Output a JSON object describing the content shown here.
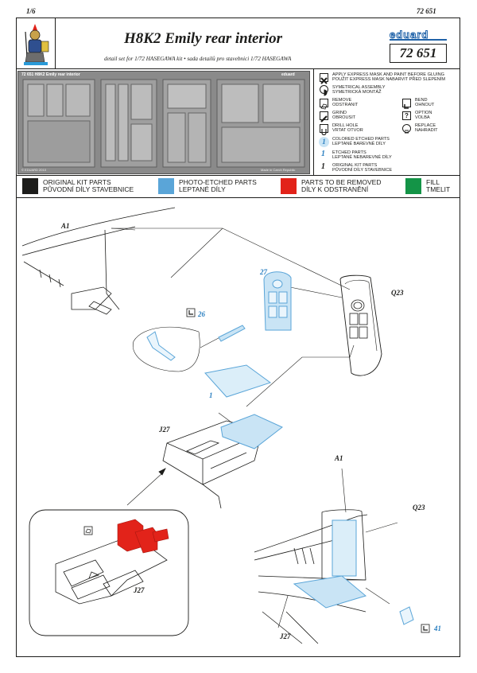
{
  "header": {
    "page_number": "1/6",
    "code": "72 651",
    "title": "H8K2 Emily rear interior",
    "subtitle": "detail set for 1/72 HASEGAWA  kit • sada detailů pro stavebnici 1/72 HASEGAWA",
    "brand": "eduard",
    "kit_number": "72 651"
  },
  "fret": {
    "label": "72 651  H8K2 Emily rear interior",
    "brand": "eduard",
    "copyright": "© EDUARD 2010",
    "origin": "Made in Czech Republic"
  },
  "instructions_legend": [
    {
      "icon": "express-mask-icon",
      "line1": "APPLY EXPRESS MASK AND PAINT BEFORE GLUING",
      "line2": "POUŽIT EXPRESS MASK NABARVIT PŘED SLEPENÍM"
    },
    {
      "icon": "symmetrical-icon",
      "line1": "SYMETRICAL ASSEMBLY",
      "line2": "SYMETRICKÁ MONTÁŽ"
    },
    {
      "icon": "remove-icon",
      "line1": "REMOVE",
      "line2": "ODSTRANIT"
    },
    {
      "icon": "bend-icon",
      "line1": "BEND",
      "line2": "OHNOUT"
    },
    {
      "icon": "grind-icon",
      "line1": "GRIND",
      "line2": "OBROUSIT"
    },
    {
      "icon": "option-icon",
      "line1": "OPTION",
      "line2": "VOLBA"
    },
    {
      "icon": "drill-icon",
      "line1": "DRILL HOLE",
      "line2": "VRTAT OTVOR"
    },
    {
      "icon": "replace-icon",
      "line1": "REPLACE",
      "line2": "NAHRADIT"
    },
    {
      "icon": "colored-etched-icon",
      "line1": "COLORED ETCHED PARTS",
      "line2": "LEPTANÉ BAREVNÉ DÍLY",
      "num": "1"
    },
    {
      "icon": "etched-icon",
      "line1": "ETCHED PARTS",
      "line2": "LEPTANÉ NEBAREVNÉ DÍLY",
      "num": "1"
    },
    {
      "icon": "kit-parts-icon",
      "line1": "ORIGINAL KIT PARTS",
      "line2": "PŮVODNÍ DÍLY STAVEBNICE",
      "num": "1"
    }
  ],
  "color_legend": [
    {
      "line1": "ORIGINAL KIT PARTS",
      "line2": "PŮVODNÍ DÍLY STAVEBNICE",
      "color": "#1d1d1b"
    },
    {
      "line1": "PHOTO-ETCHED PARTS",
      "line2": "LEPTANÉ DÍLY",
      "color": "#5aa5d8"
    },
    {
      "line1": "PARTS TO BE REMOVED",
      "line2": "DÍLY K ODSTRANĚNÍ",
      "color": "#e2231a"
    },
    {
      "line1": "FILL",
      "line2": "TMELIT",
      "color": "#149447"
    }
  ],
  "labels": {
    "a1_top": "A1",
    "p27": "27",
    "q23_top": "Q23",
    "p26": "26",
    "p1": "1",
    "j27_mid": "J27",
    "a1_bottom": "A1",
    "q23_bottom": "Q23",
    "j27_detail": "J27",
    "j27_bottom": "J27",
    "p41": "41"
  },
  "colors": {
    "pe_blue": "#5aa5d8",
    "pe_fill": "#c9e4f5",
    "remove_red": "#e2231a",
    "fill_green": "#149447",
    "label_blue": "#2a7fc1"
  }
}
